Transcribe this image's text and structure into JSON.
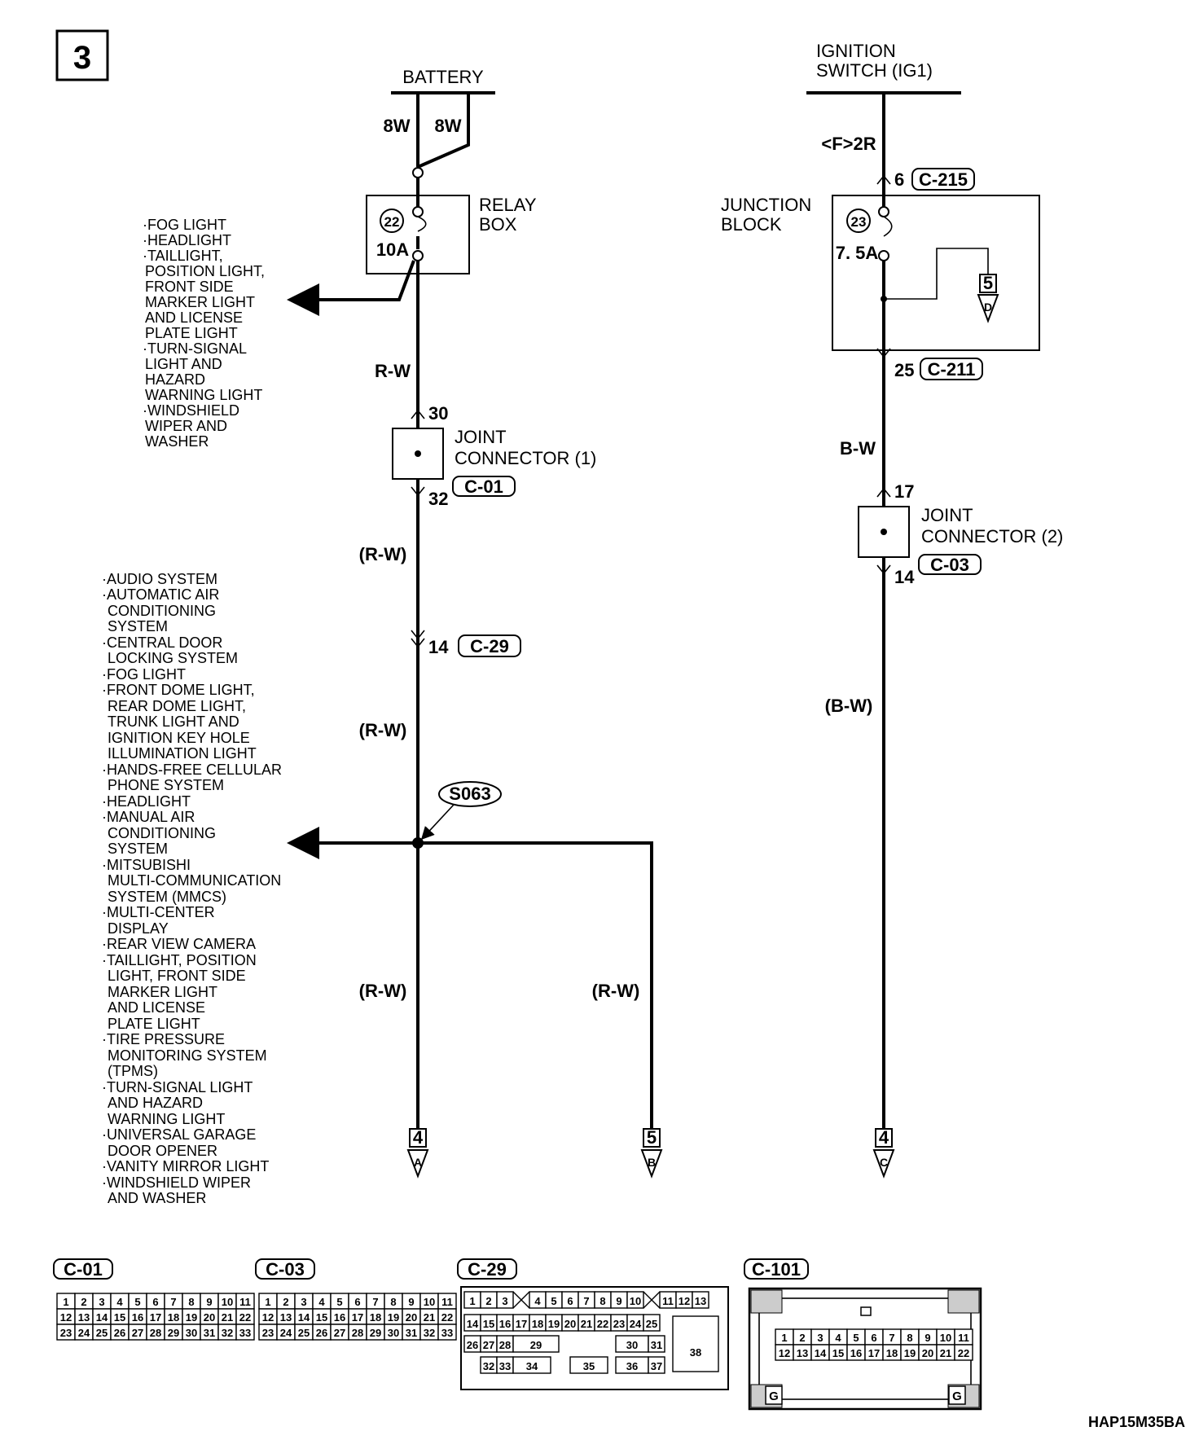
{
  "page_number": "3",
  "battery_label": "BATTERY",
  "battery_wire_left": "8W",
  "battery_wire_right": "8W",
  "relay_box": [
    "RELAY",
    "BOX"
  ],
  "relay_fuse_number": "22",
  "relay_fuse_rating": "10A",
  "relay_branch_list": [
    "·FOG LIGHT",
    "·HEADLIGHT",
    "·TAILLIGHT,",
    "POSITION LIGHT,",
    "FRONT SIDE",
    "MARKER LIGHT",
    "AND LICENSE",
    "PLATE LIGHT",
    "·TURN-SIGNAL",
    "LIGHT AND",
    "HAZARD",
    "WARNING LIGHT",
    "·WINDSHIELD",
    "WIPER AND",
    "WASHER"
  ],
  "wire_rw": "R-W",
  "wire_rw_paren": "(R-W)",
  "joint_connector_1": [
    "JOINT",
    "CONNECTOR (1)"
  ],
  "jc1_pin_in": "30",
  "jc1_pin_out": "32",
  "jc1_code": "C-01",
  "c29_pin": "14",
  "c29_code": "C-29",
  "splice_label": "S063",
  "splice_branch_list": [
    "·AUDIO SYSTEM",
    "·AUTOMATIC AIR",
    "CONDITIONING",
    "SYSTEM",
    "·CENTRAL DOOR",
    "LOCKING SYSTEM",
    "·FOG LIGHT",
    "·FRONT DOME LIGHT,",
    "REAR DOME LIGHT,",
    "TRUNK LIGHT AND",
    "IGNITION KEY HOLE",
    "ILLUMINATION LIGHT",
    "·HANDS-FREE CELLULAR",
    "PHONE SYSTEM",
    "·HEADLIGHT",
    "·MANUAL AIR",
    "CONDITIONING",
    "SYSTEM",
    "·MITSUBISHI",
    "MULTI-COMMUNICATION",
    "SYSTEM (MMCS)",
    "·MULTI-CENTER",
    "DISPLAY",
    "·REAR VIEW CAMERA",
    "·TAILLIGHT, POSITION",
    "LIGHT, FRONT SIDE",
    "MARKER LIGHT",
    "AND LICENSE",
    "PLATE LIGHT",
    "·TIRE PRESSURE",
    "MONITORING SYSTEM",
    "(TPMS)",
    "·TURN-SIGNAL LIGHT",
    "AND HAZARD",
    "WARNING LIGHT",
    "·UNIVERSAL GARAGE",
    "DOOR OPENER",
    "·VANITY MIRROR LIGHT",
    "·WINDSHIELD WIPER",
    "AND WASHER"
  ],
  "term_a": {
    "page": "4",
    "letter": "A"
  },
  "term_b": {
    "page": "5",
    "letter": "B"
  },
  "term_c": {
    "page": "4",
    "letter": "C"
  },
  "term_d": {
    "page": "5",
    "letter": "D"
  },
  "ignition_switch": [
    "IGNITION",
    "SWITCH (IG1)"
  ],
  "ig_wire": "<F>2R",
  "c215_pin": "6",
  "c215_code": "C-215",
  "junction_block": [
    "JUNCTION",
    "BLOCK"
  ],
  "jb_fuse_number": "23",
  "jb_fuse_rating": "7. 5A",
  "c211_pin": "25",
  "c211_code": "C-211",
  "wire_bw": "B-W",
  "wire_bw_paren": "(B-W)",
  "joint_connector_2": [
    "JOINT",
    "CONNECTOR (2)"
  ],
  "jc2_pin_in": "17",
  "jc2_pin_out": "14",
  "jc2_code": "C-03",
  "conn_c01": {
    "code": "C-01",
    "rows": [
      [
        "1",
        "2",
        "3",
        "4",
        "5",
        "6",
        "7",
        "8",
        "9",
        "10",
        "11"
      ],
      [
        "12",
        "13",
        "14",
        "15",
        "16",
        "17",
        "18",
        "19",
        "20",
        "21",
        "22"
      ],
      [
        "23",
        "24",
        "25",
        "26",
        "27",
        "28",
        "29",
        "30",
        "31",
        "32",
        "33"
      ]
    ]
  },
  "conn_c03": {
    "code": "C-03",
    "rows": [
      [
        "1",
        "2",
        "3",
        "4",
        "5",
        "6",
        "7",
        "8",
        "9",
        "10",
        "11"
      ],
      [
        "12",
        "13",
        "14",
        "15",
        "16",
        "17",
        "18",
        "19",
        "20",
        "21",
        "22"
      ],
      [
        "23",
        "24",
        "25",
        "26",
        "27",
        "28",
        "29",
        "30",
        "31",
        "32",
        "33"
      ]
    ]
  },
  "conn_c29": {
    "code": "C-29",
    "pins": [
      "1",
      "2",
      "3",
      "4",
      "5",
      "6",
      "7",
      "8",
      "9",
      "10",
      "11",
      "12",
      "13",
      "14",
      "15",
      "16",
      "17",
      "18",
      "19",
      "20",
      "21",
      "22",
      "23",
      "24",
      "25",
      "26",
      "27",
      "28",
      "29",
      "30",
      "31",
      "32",
      "33",
      "34",
      "35",
      "36",
      "37",
      "38"
    ]
  },
  "conn_c101": {
    "code": "C-101",
    "rows": [
      [
        "1",
        "2",
        "3",
        "4",
        "5",
        "6",
        "7",
        "8",
        "9",
        "10",
        "11"
      ],
      [
        "12",
        "13",
        "14",
        "15",
        "16",
        "17",
        "18",
        "19",
        "20",
        "21",
        "22"
      ]
    ],
    "ground_mark": "G"
  },
  "figure_code": "HAP15M35BA"
}
